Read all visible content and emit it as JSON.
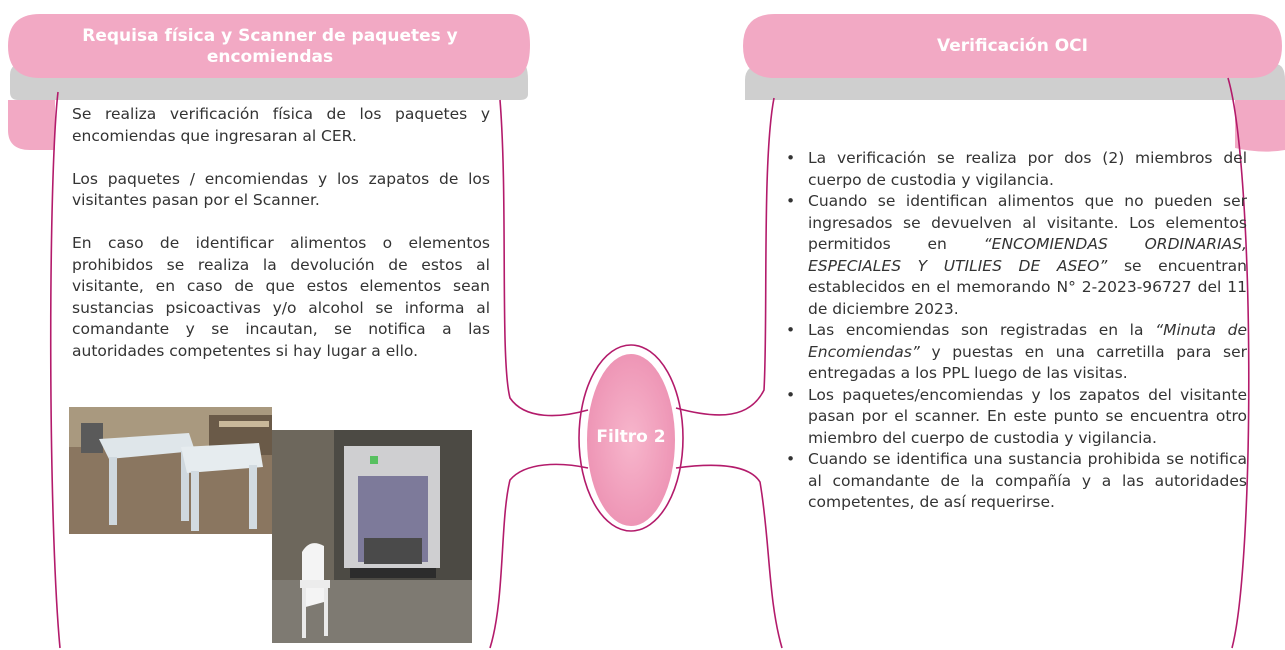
{
  "left_panel": {
    "title": "Requisa física y Scanner de paquetes y encomiendas",
    "paragraphs": [
      "Se realiza verificación física de los paquetes y encomiendas que ingresaran al CER.",
      "Los paquetes / encomiendas y los zapatos de los visitantes pasan por el Scanner.",
      "En caso de identificar alimentos o elementos prohibidos se realiza la devolución de estos al visitante, en caso de que estos elementos sean sustancias psicoactivas y/o alcohol se informa al comandante y se incautan, se notifica a las autoridades competentes si hay lugar a ello."
    ]
  },
  "center": {
    "label": "Filtro 2"
  },
  "right_panel": {
    "title": "Verificación OCI",
    "bullets": {
      "b1": "La verificación se realiza por dos (2) miembros del cuerpo de custodia y vigilancia.",
      "b2_start": "Cuando se identifican alimentos que no pueden ser ingresados se devuelven al visitante. Los elementos permitidos en ",
      "b2_em": "“ENCOMIENDAS ORDINARIAS, ESPECIALES Y UTILIES DE ASEO”",
      "b2_end": " se encuentran establecidos en el memorando N° 2-2023-96727 del 11 de diciembre 2023.",
      "b3_start": "Las encomiendas son registradas en la ",
      "b3_em": "“Minuta de Encomiendas”",
      "b3_end": " y puestas en una carretilla para ser entregadas a los PPL luego de las visitas.",
      "b4": "Los paquetes/encomiendas y los zapatos del visitante pasan por el scanner. En este punto se encuentra otro miembro del cuerpo de custodia y vigilancia.",
      "b5": "Cuando se identifica una sustancia prohibida se notifica al comandante de la compañía y a las autoridades competentes, de así requerirse."
    }
  },
  "colors": {
    "ribbon_pink": "#f2a9c4",
    "ribbon_shadow": "#cfcfcf",
    "outline_magenta": "#b31b6b",
    "center_fill": "#f29ab8"
  }
}
